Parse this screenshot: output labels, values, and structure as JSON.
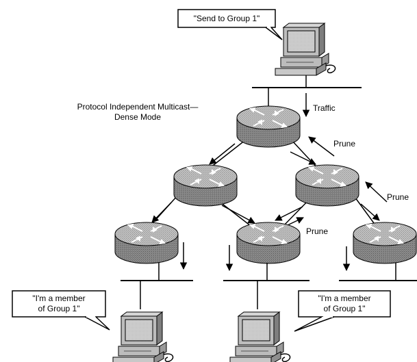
{
  "title_lines": [
    "Protocol Independent Multicast—",
    "Dense Mode"
  ],
  "callouts": {
    "sender": "\"Send to Group 1\"",
    "member_left": [
      "\"I'm a member",
      "of Group 1\""
    ],
    "member_right": [
      "\"I'm a member",
      "of Group 1\""
    ]
  },
  "arrow_labels": {
    "traffic": "Traffic",
    "prune_top": "Prune",
    "prune_right": "Prune",
    "prune_middle": "Prune"
  },
  "colors": {
    "router_fill": "#b8b8b8",
    "router_dark": "#7a7a7a",
    "line": "#000000",
    "background": "#ffffff"
  },
  "icons": [
    "router-icon",
    "workstation-icon",
    "arrow-icon"
  ]
}
